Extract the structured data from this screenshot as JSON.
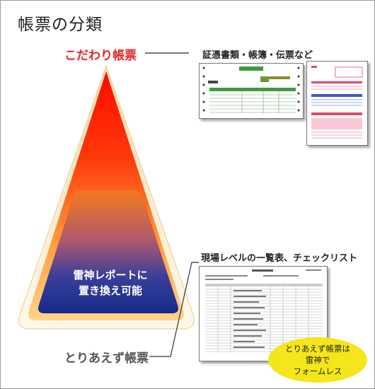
{
  "title": "帳票の分類",
  "pyramid": {
    "top_label": "こだわり帳票",
    "bottom_label": "とりあえず帳票",
    "inner_text_line1": "雷神レポートに",
    "inner_text_line2": "置き換え可能"
  },
  "docs": {
    "top_caption": "証憑書類・帳簿・伝票など",
    "bottom_caption": "現場レベルの一覧表、チェックリスト"
  },
  "callout": {
    "line1": "とりあえず帳票は",
    "line2": "雷神で",
    "line3": "フォームレス"
  },
  "colors": {
    "pyramid_top": "#ff0a00",
    "pyramid_mid": "#ff9a30",
    "pyramid_glow": "#fff3d6",
    "inner_top": "#f07a20",
    "inner_bottom": "#1a2a8c",
    "top_label": "#e0282a",
    "callout": "#f4e61a"
  }
}
